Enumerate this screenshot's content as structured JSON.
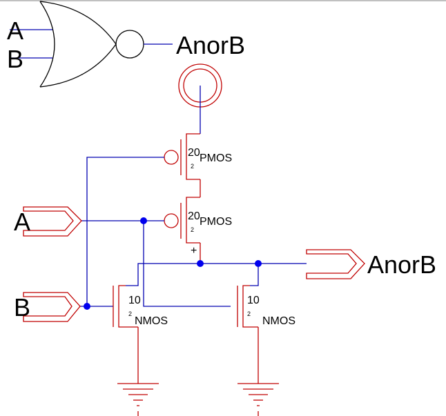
{
  "symbol": {
    "input_a": "A",
    "input_b": "B",
    "output": "AnorB"
  },
  "schematic": {
    "input_a": "A",
    "input_b": "B",
    "output": "AnorB",
    "pmos_top": {
      "width": "20",
      "length": "2",
      "type": "PMOS"
    },
    "pmos_bottom": {
      "width": "20",
      "length": "2",
      "type": "PMOS"
    },
    "nmos_left": {
      "width": "10",
      "length": "2",
      "type": "NMOS"
    },
    "nmos_right": {
      "width": "10",
      "length": "2",
      "type": "NMOS"
    },
    "plus_mark": "+"
  },
  "colors": {
    "device": "#c00000",
    "wire": "#0000b0",
    "junction": "#0000ee",
    "text": "#000000"
  }
}
